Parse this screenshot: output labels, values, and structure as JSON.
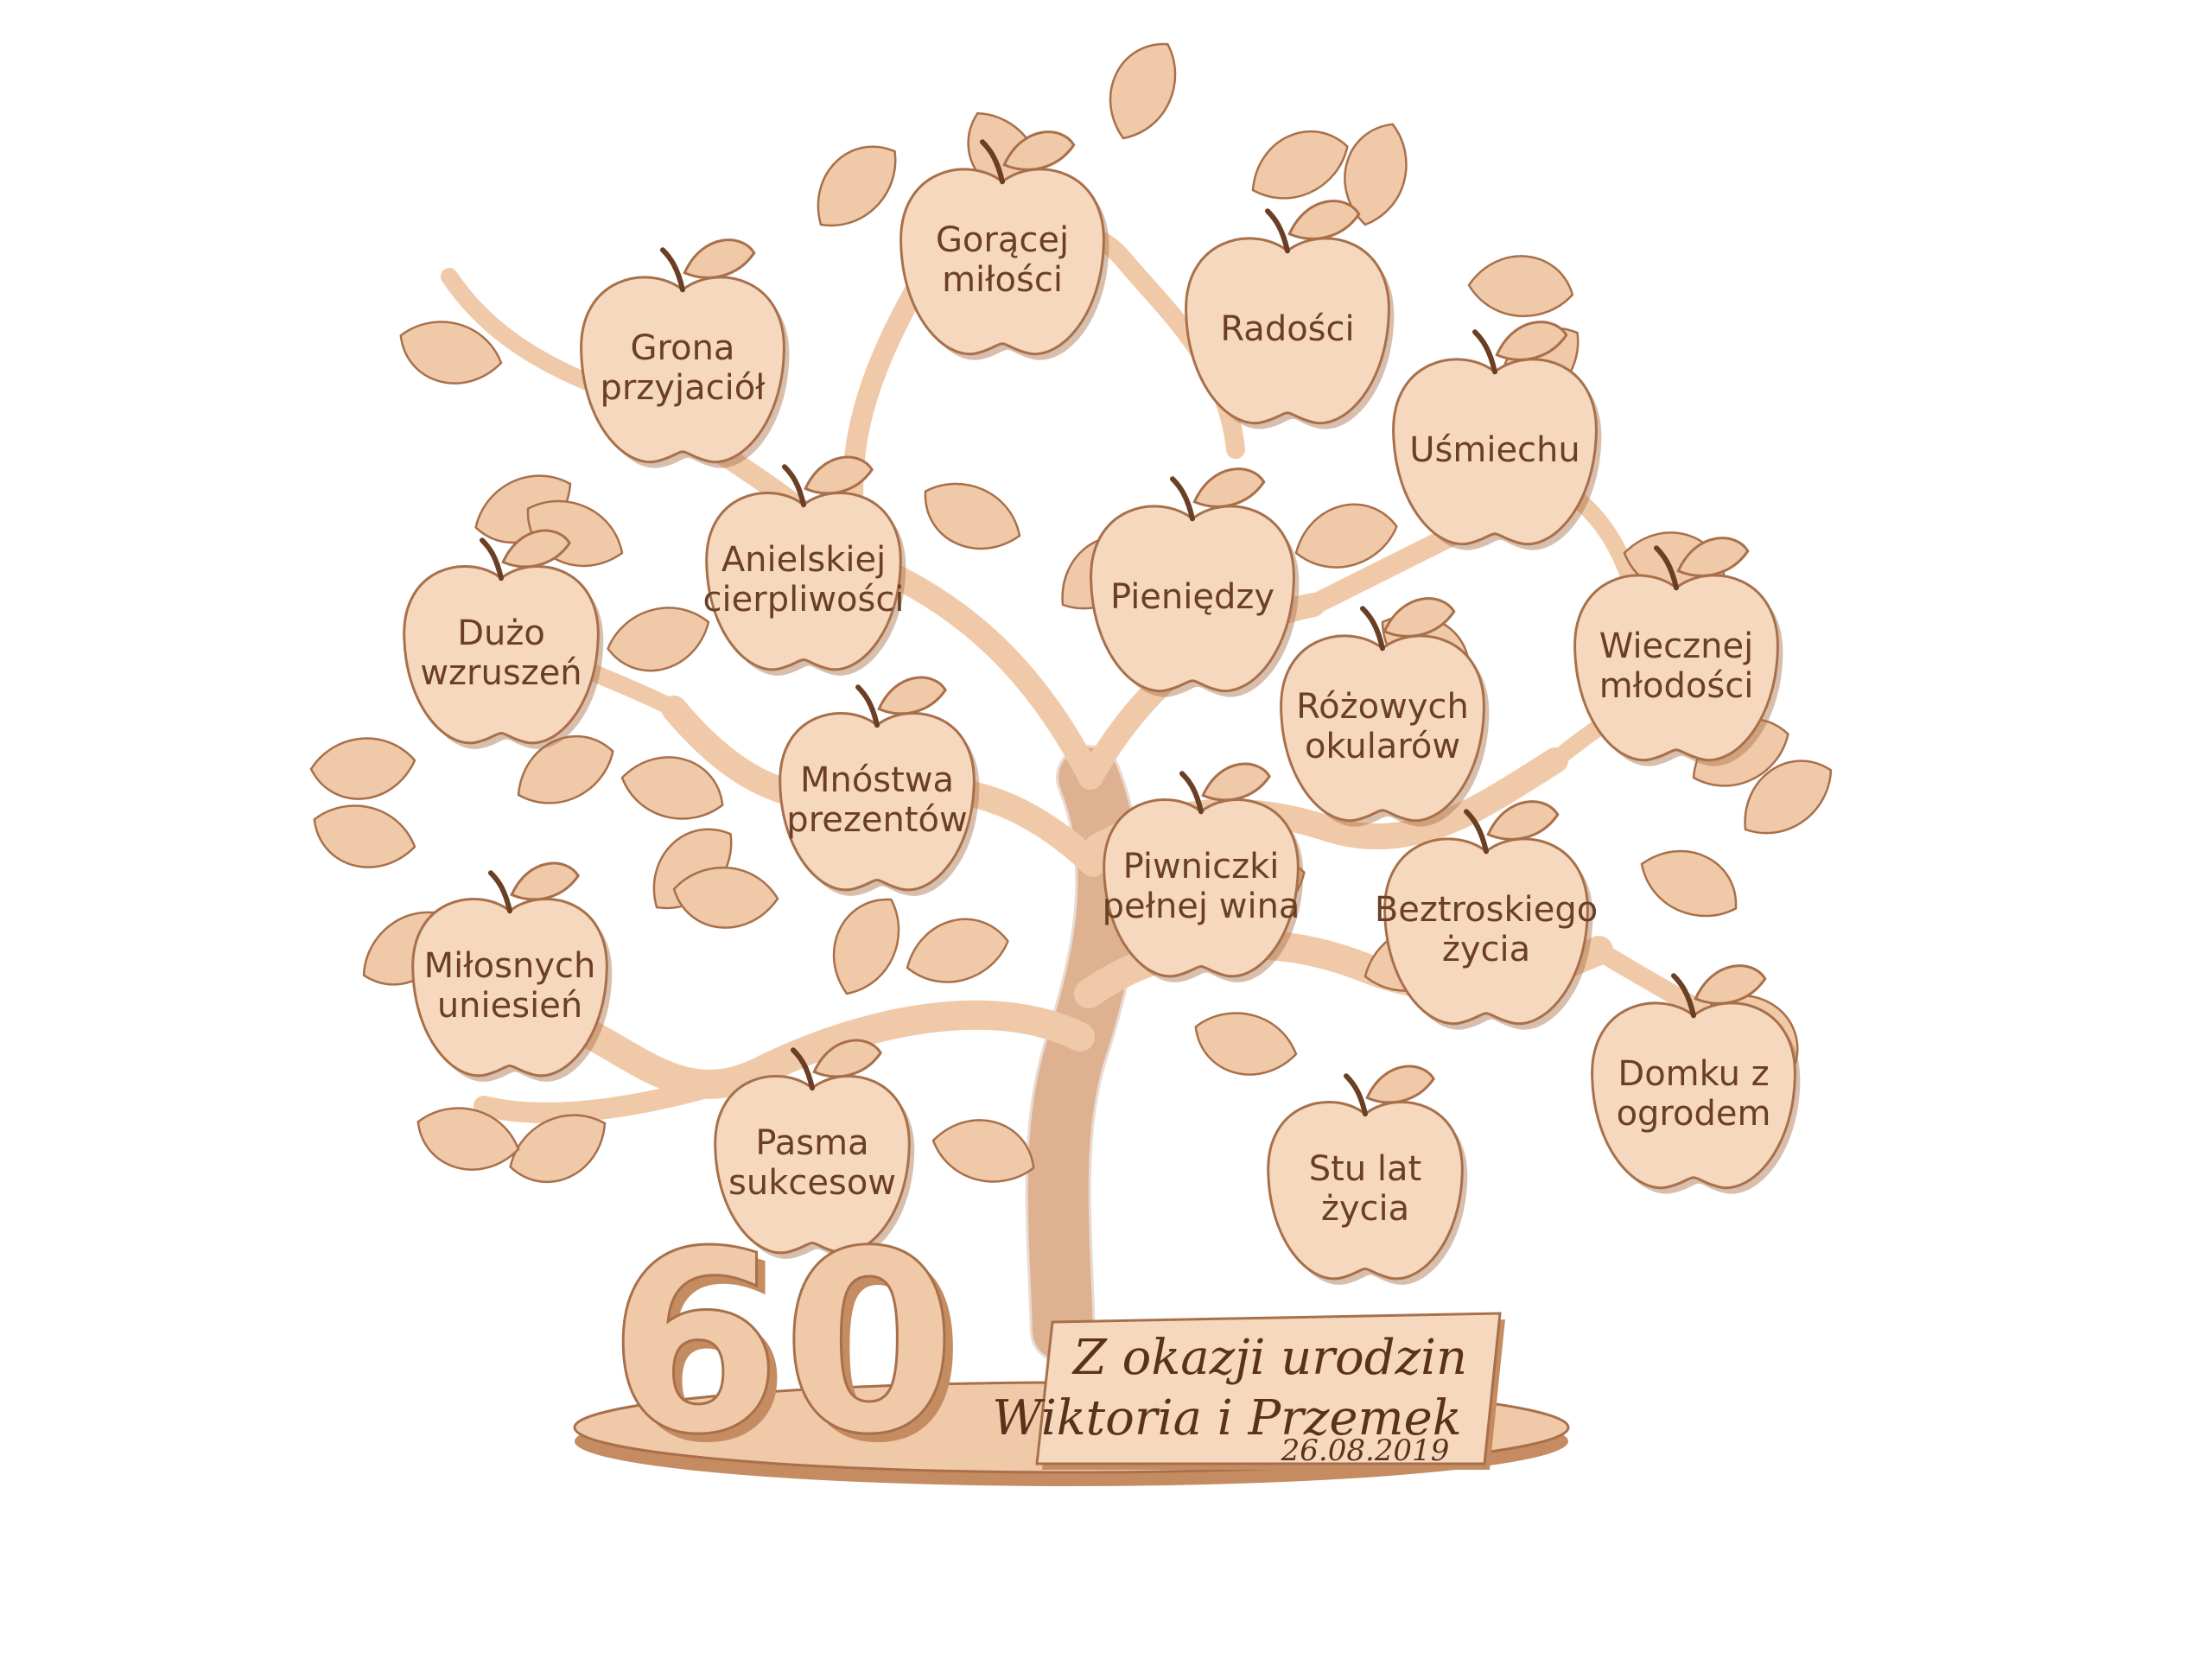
{
  "colors": {
    "wood": "#f0c9a8",
    "wood_light": "#f6d8bf",
    "wood_edge": "#a8704a",
    "engraving": "#6b3f24",
    "background": "#ffffff"
  },
  "wishes": [
    {
      "lines": [
        "Gorącej",
        "miłości"
      ]
    },
    {
      "lines": [
        "Grona",
        "przyjaciół"
      ]
    },
    {
      "lines": [
        "Radości"
      ]
    },
    {
      "lines": [
        "Uśmiechu"
      ]
    },
    {
      "lines": [
        "Anielskiej",
        "cierpliwości"
      ]
    },
    {
      "lines": [
        "Pieniędzy"
      ]
    },
    {
      "lines": [
        "Dużo",
        "wzruszeń"
      ]
    },
    {
      "lines": [
        "Wiecznej",
        "młodości"
      ]
    },
    {
      "lines": [
        "Różowych",
        "okularów"
      ]
    },
    {
      "lines": [
        "Mnóstwa",
        "prezentów"
      ]
    },
    {
      "lines": [
        "Piwniczki",
        "pełnej wina"
      ]
    },
    {
      "lines": [
        "Beztroskiego",
        "życia"
      ]
    },
    {
      "lines": [
        "Miłosnych",
        "uniesień"
      ]
    },
    {
      "lines": [
        "Domku z",
        "ogrodem"
      ]
    },
    {
      "lines": [
        "Pasma",
        "sukcesow"
      ]
    },
    {
      "lines": [
        "Stu lat",
        "życia"
      ]
    }
  ],
  "number": "60",
  "plaque": {
    "line1": "Z okazji urodzin",
    "line2": "Wiktoria i Przemek",
    "date": "26.08.2019"
  }
}
